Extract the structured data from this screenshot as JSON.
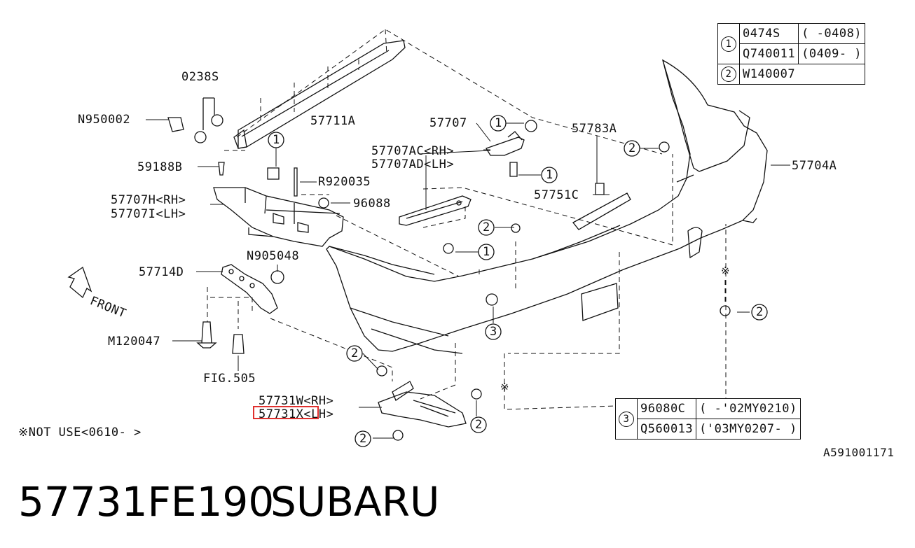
{
  "callouts": {
    "c0238s": "0238S",
    "n950002": "N950002",
    "c57711a": "57711A",
    "c59188b": "59188B",
    "r920035": "R920035",
    "c57707h": "57707H<RH>",
    "c57707i": "57707I<LH>",
    "c96088": "96088",
    "c57707": "57707",
    "c57707ac": "57707AC<RH>",
    "c57707ad": "57707AD<LH>",
    "c57783a": "57783A",
    "c57704a": "57704A",
    "c57751c": "57751C",
    "n905048": "N905048",
    "c57714d": "57714D",
    "front": "FRONT",
    "m120047": "M120047",
    "fig505": "FIG.505",
    "c57731w": "57731W<RH>",
    "c57731x": "57731X<LH>",
    "not_use": "※NOT USE<0610-   >",
    "ref_code": "A591001171",
    "n1": "1",
    "n2": "2",
    "n3": "3",
    "asterisk": "※"
  },
  "table1": {
    "rows": [
      {
        "ref": "1",
        "part": "0474S",
        "range": "(    -0408)"
      },
      {
        "ref": "",
        "part": "Q740011",
        "range": "(0409-    )"
      },
      {
        "ref": "2",
        "part": "W140007",
        "range": ""
      }
    ]
  },
  "table3": {
    "ref": "3",
    "rows": [
      {
        "part": "96080C",
        "range": "(       -'02MY0210)"
      },
      {
        "part": "Q560013",
        "range": "('03MY0207-        )"
      }
    ]
  },
  "footer": {
    "part_number": "57731FE190",
    "brand": "SUBARU"
  },
  "colors": {
    "line": "#111111",
    "highlight": "#e0302e"
  }
}
